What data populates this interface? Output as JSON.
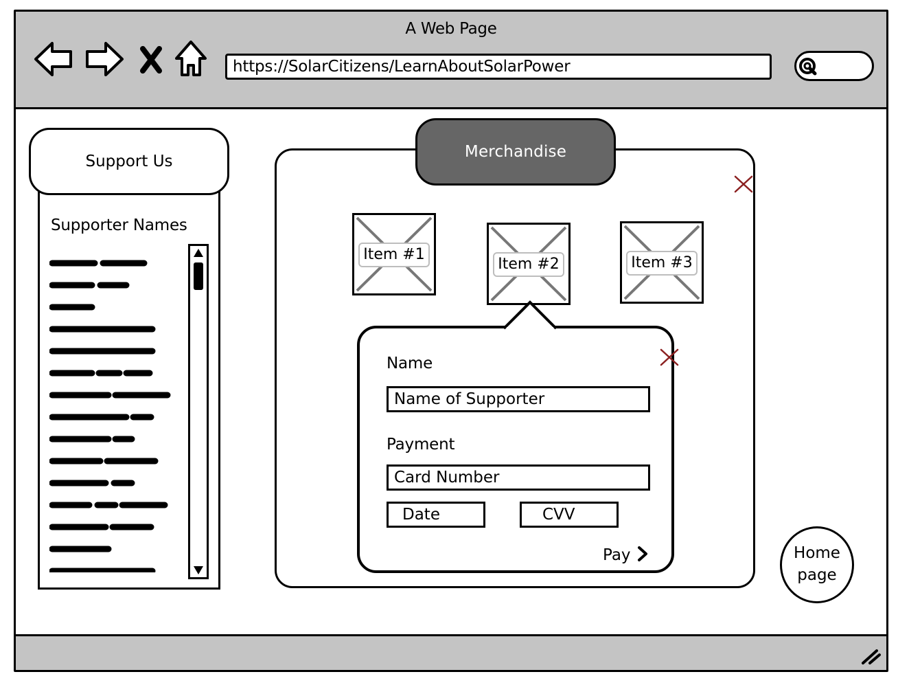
{
  "window": {
    "title": "A Web Page",
    "url": "https://SolarCitizens/LearnAboutSolarPower"
  },
  "support": {
    "tab_label": "Support Us",
    "list_title": "Supporter Names"
  },
  "merchandise": {
    "tab_label": "Merchandise",
    "items": [
      {
        "label": "Item #1"
      },
      {
        "label": "Item #2"
      },
      {
        "label": "Item #3"
      }
    ]
  },
  "form": {
    "name_label": "Name",
    "name_placeholder": "Name of Supporter",
    "payment_label": "Payment",
    "card_placeholder": "Card Number",
    "date_placeholder": "Date",
    "cvv_placeholder": "CVV",
    "pay_label": "Pay"
  },
  "home": {
    "line1": "Home",
    "line2": "page"
  },
  "colors": {
    "chrome": "#c4c4c4",
    "tab_active": "#666666",
    "close": "#8b2020"
  }
}
